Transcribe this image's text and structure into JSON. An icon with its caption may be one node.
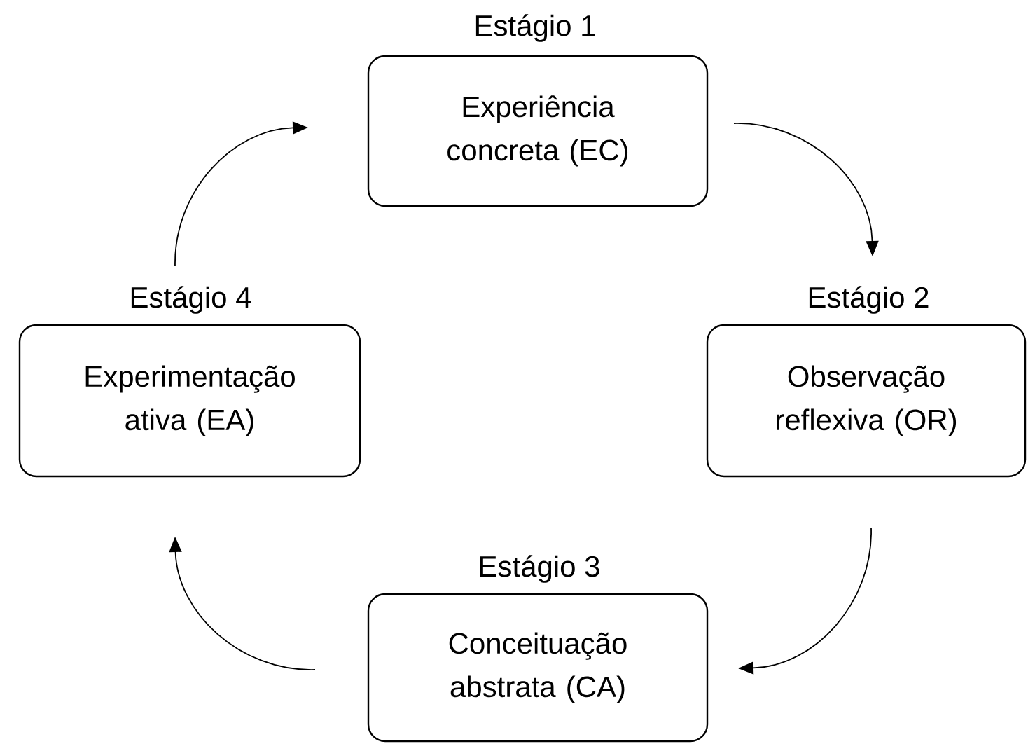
{
  "diagram": {
    "nodes": [
      {
        "text": [
          "Estágio 1",
          "Experiência concreta (EC)"
        ]
      },
      {
        "text": [
          "Estágio 4",
          "Experimentação ativa (EA)"
        ]
      },
      {
        "text": [
          "Estágio 2",
          "Observação reflexiva (OR)"
        ]
      },
      {
        "text": [
          "Estágio 3",
          "Conceituação abstrata (CA)"
        ]
      }
    ],
    "edges": [
      {
        "from": 0,
        "to": 2,
        "arrow": "to"
      },
      {
        "from": 2,
        "to": 3,
        "arrow": "to"
      },
      {
        "from": 3,
        "to": 1,
        "arrow": "to"
      },
      {
        "from": 1,
        "to": 0,
        "arrow": "to"
      }
    ]
  }
}
